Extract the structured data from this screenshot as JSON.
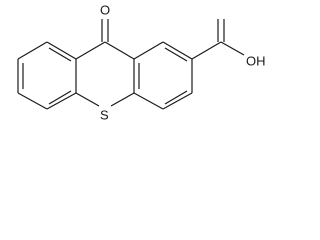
{
  "molecule": {
    "atoms": {
      "carbonyl_oxygen": "O",
      "ring_sulfur": "S",
      "carboxyl_hydroxyl": "OH"
    },
    "colors": {
      "bond": "#1a1a1a",
      "label": "#1a1a1a",
      "background": "#ffffff"
    }
  }
}
